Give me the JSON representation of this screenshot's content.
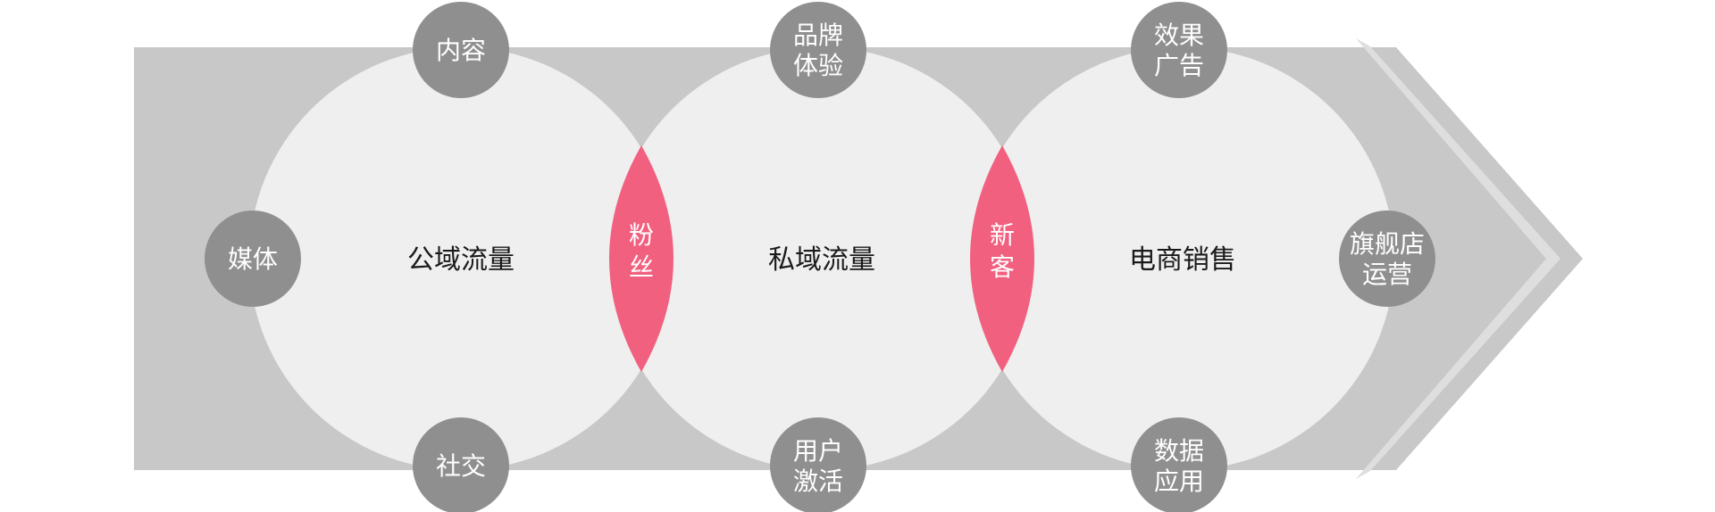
{
  "colors": {
    "arrow_body": "#c8c8c8",
    "arrow_stripe": "#dedede",
    "circle_fill": "#efefef",
    "node_fill": "#8f8f8f",
    "lens_fill": "#f2607f",
    "main_text": "#1a1a1a",
    "node_text": "#ffffff"
  },
  "circles": [
    {
      "id": "public",
      "label": "公域流量"
    },
    {
      "id": "private",
      "label": "私域流量"
    },
    {
      "id": "ecommerce",
      "label": "电商销售"
    }
  ],
  "lenses": [
    {
      "id": "fans",
      "lines": [
        "粉",
        "丝"
      ]
    },
    {
      "id": "new-customers",
      "lines": [
        "新",
        "客"
      ]
    }
  ],
  "nodes": [
    {
      "id": "content",
      "lines": [
        "内容"
      ]
    },
    {
      "id": "media",
      "lines": [
        "媒体"
      ]
    },
    {
      "id": "social",
      "lines": [
        "社交"
      ]
    },
    {
      "id": "brand-experience",
      "lines": [
        "品牌",
        "体验"
      ]
    },
    {
      "id": "user-activation",
      "lines": [
        "用户",
        "激活"
      ]
    },
    {
      "id": "performance-ads",
      "lines": [
        "效果",
        "广告"
      ]
    },
    {
      "id": "data-application",
      "lines": [
        "数据",
        "应用"
      ]
    },
    {
      "id": "flagship-store-ops",
      "lines": [
        "旗舰店",
        "运营"
      ]
    }
  ]
}
